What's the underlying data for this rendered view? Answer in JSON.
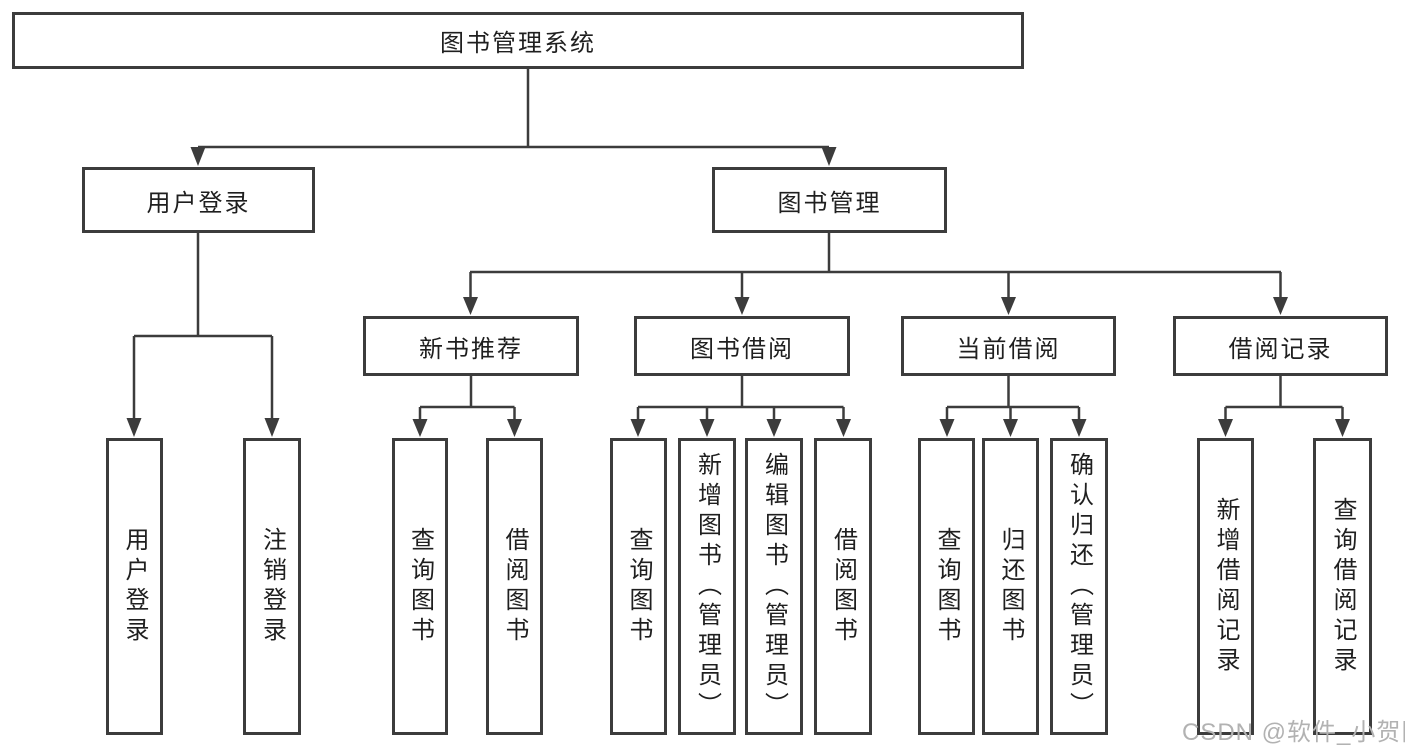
{
  "diagram": {
    "type": "hierarchy-diagram",
    "colors": {
      "line": "#3c3c3c",
      "box_border": "#3c3c3c",
      "text": "#1f1f1f",
      "watermark": "#b2b2b2",
      "background": "#ffffff"
    },
    "watermark": "CSDN @软件_小贺同学",
    "tree": {
      "root": {
        "label": "图书管理系统"
      },
      "branches": [
        {
          "label": "用户登录",
          "children": [
            {
              "label": "用户登录"
            },
            {
              "label": "注销登录"
            }
          ]
        },
        {
          "label": "图书管理",
          "sections": [
            {
              "label": "新书推荐",
              "children": [
                {
                  "label": "查询图书"
                },
                {
                  "label": "借阅图书"
                }
              ]
            },
            {
              "label": "图书借阅",
              "children": [
                {
                  "label": "查询图书"
                },
                {
                  "label": "新增图书（管理员）"
                },
                {
                  "label": "编辑图书（管理员）"
                },
                {
                  "label": "借阅图书"
                }
              ]
            },
            {
              "label": "当前借阅",
              "children": [
                {
                  "label": "查询图书"
                },
                {
                  "label": "归还图书"
                },
                {
                  "label": "确认归还（管理员）"
                }
              ]
            },
            {
              "label": "借阅记录",
              "children": [
                {
                  "label": "新增借阅记录"
                },
                {
                  "label": "查询借阅记录"
                }
              ]
            }
          ]
        }
      ]
    }
  }
}
